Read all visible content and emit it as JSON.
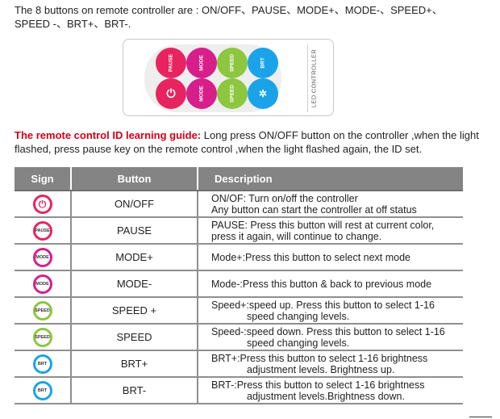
{
  "intro": {
    "line1": "The 8 buttons on remote controller are : ON/OFF、PAUSE、MODE+、MODE-、SPEED+、",
    "line2": "SPEED -、BRT+、BRT-."
  },
  "remote": {
    "label": "LED CONTROLLER",
    "buttons": [
      {
        "label": "PAUSE",
        "color": "#e7245f"
      },
      {
        "label": "MODE",
        "color": "#d81e8a"
      },
      {
        "label": "SPEED",
        "color": "#8dc63f"
      },
      {
        "label": "BRT",
        "color": "#1aa3e8"
      }
    ]
  },
  "guide": {
    "heading": "The remote control ID learning guide:",
    "text": " Long press ON/OFF button on the controller ,when the light flashed, press pause key on the remote control ,when the light flashed again, the ID set."
  },
  "table": {
    "headers": {
      "sign": "Sign",
      "button": "Button",
      "description": "Description"
    },
    "rows": [
      {
        "icon": "power-icon",
        "color": "#e7245f",
        "sign": "⏻",
        "button": "ON/OFF",
        "d1": "ON/OF: Turn on/off the controller",
        "d2": "Any button can start the controller at off status"
      },
      {
        "icon": "pause-icon",
        "color": "#e7245f",
        "sign": "PAUSE",
        "button": "PAUSE",
        "d1": "PAUSE: Press this button will rest at current color,",
        "d2": "press it again, will continue to change."
      },
      {
        "icon": "mode-up-icon",
        "color": "#d81e8a",
        "sign": "MODE",
        "button": "MODE+",
        "d1": "Mode+:Press this button to select next mode",
        "d2": ""
      },
      {
        "icon": "mode-down-icon",
        "color": "#d81e8a",
        "sign": "MODE",
        "button": "MODE-",
        "d1": "Mode-:Press this button & back to previous mode",
        "d2": ""
      },
      {
        "icon": "speed-up-icon",
        "color": "#8dc63f",
        "sign": "SPEED",
        "button": "SPEED +",
        "d1": "Speed+:speed up. Press this button to select 1-16",
        "d2": "speed changing levels."
      },
      {
        "icon": "speed-down-icon",
        "color": "#8dc63f",
        "sign": "SPEED",
        "button": "SPEED",
        "d1": "Speed-:speed down. Press this button to select 1-16",
        "d2": "speed changing levels."
      },
      {
        "icon": "brightness-up-icon",
        "color": "#1aa3e8",
        "sign": "BRT",
        "button": "BRT+",
        "d1": "BRT+:Press this button to select 1-16 brightness",
        "d2": "adjustment levels. Brightness up."
      },
      {
        "icon": "brightness-down-icon",
        "color": "#1aa3e8",
        "sign": "BRT",
        "button": "BRT-",
        "d1": "BRT-:Press this button to select 1-16 brightness",
        "d2": "adjustment levels.Brightness down."
      }
    ]
  }
}
